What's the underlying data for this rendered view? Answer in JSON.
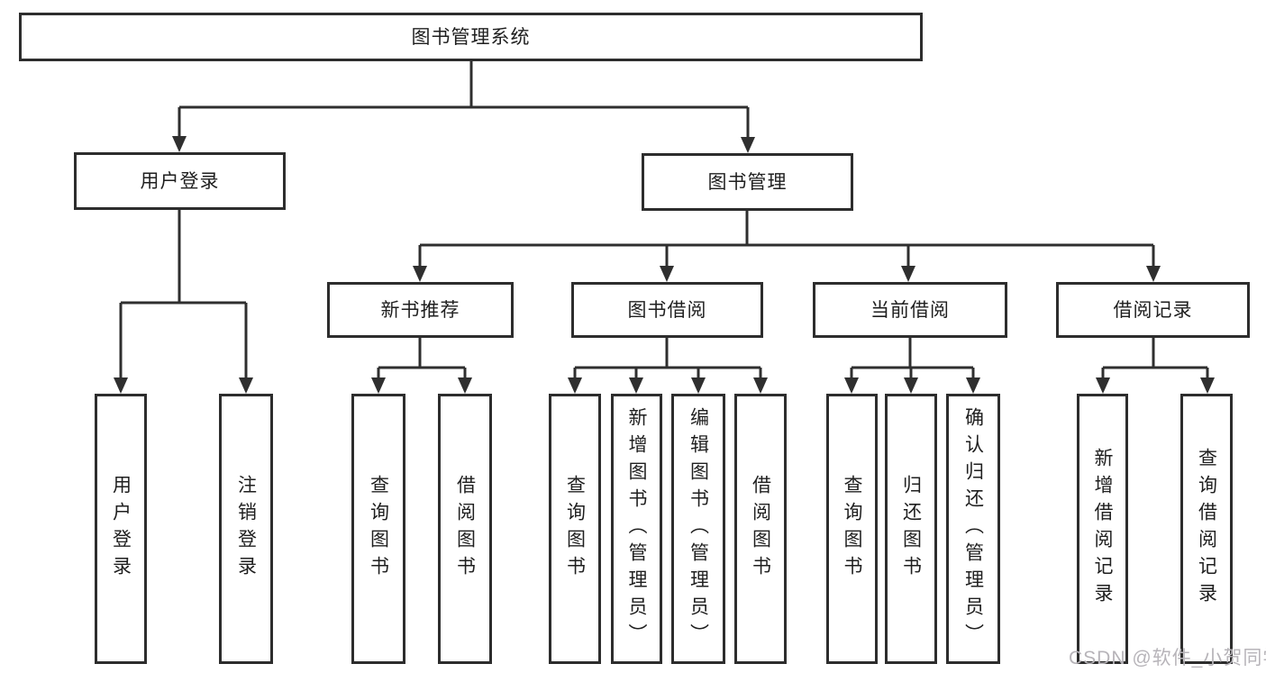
{
  "diagram": {
    "root": {
      "label": "图书管理系统"
    },
    "level1": [
      {
        "label": "用户登录"
      },
      {
        "label": "图书管理"
      }
    ],
    "level2": [
      {
        "label": "新书推荐"
      },
      {
        "label": "图书借阅"
      },
      {
        "label": "当前借阅"
      },
      {
        "label": "借阅记录"
      }
    ],
    "leaves": {
      "user_login": [
        "用户登录",
        "注销登录"
      ],
      "new_book": [
        "查询图书",
        "借阅图书"
      ],
      "book_borrow": [
        "查询图书",
        "新增图书（管理员）",
        "编辑图书（管理员）",
        "借阅图书"
      ],
      "current_borrow": [
        "查询图书",
        "归还图书",
        "确认归还（管理员）"
      ],
      "borrow_record": [
        "新增借阅记录",
        "查询借阅记录"
      ]
    },
    "watermark": "CSDN @软件_小贺同学",
    "colors": {
      "line": "#2f2f2f",
      "text": "#1f1f1f",
      "watermark": "#b7b4b9",
      "background": "#ffffff"
    }
  }
}
